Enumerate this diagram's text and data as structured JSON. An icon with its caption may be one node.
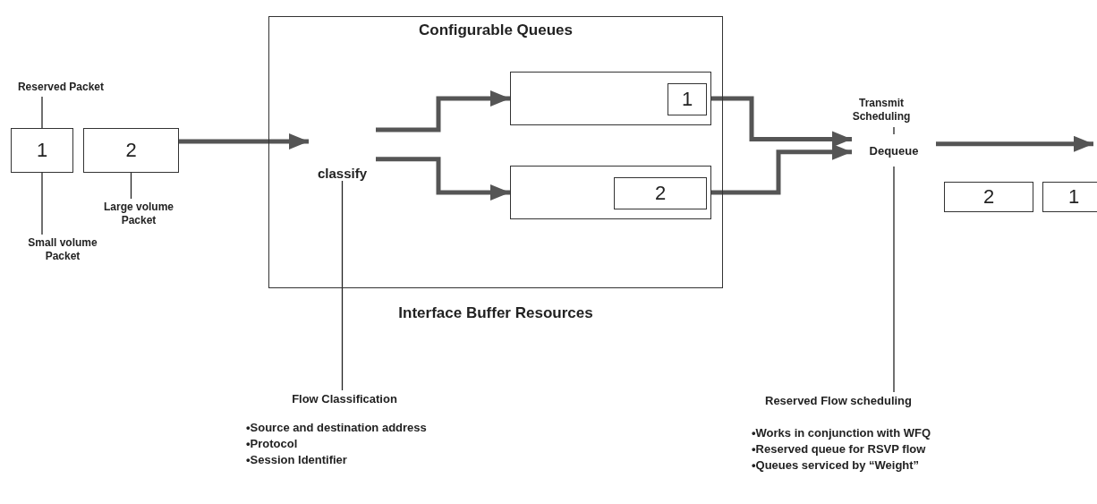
{
  "diagram": {
    "nodes": [
      {
        "text": [
          "Reserved Packet"
        ]
      },
      {
        "text": [
          "1"
        ]
      },
      {
        "text": [
          "2"
        ]
      },
      {
        "text": [
          "Large volume Packet"
        ]
      },
      {
        "text": [
          "Small volume Packet"
        ]
      },
      {
        "text": [
          "Configurable Queues",
          "Interface Buffer Resources"
        ]
      },
      {
        "text": [
          "classify"
        ],
        "in": 5
      },
      {
        "text": [],
        "shape": "box",
        "in": 5
      },
      {
        "text": [
          "1"
        ],
        "in": 7
      },
      {
        "text": [],
        "shape": "box",
        "in": 5
      },
      {
        "text": [
          "2"
        ],
        "in": 9
      },
      {
        "text": [
          "Transmit Scheduling"
        ]
      },
      {
        "text": [
          "Dequeue"
        ]
      },
      {
        "text": [
          "2"
        ]
      },
      {
        "text": [
          "1"
        ]
      },
      {
        "text": [
          "Flow Classification"
        ]
      },
      {
        "text": [
          "Reserved Flow scheduling"
        ]
      }
    ],
    "edges": [
      {
        "from": 2,
        "to": 6,
        "arrow": "to",
        "style": "thick"
      },
      {
        "from": 6,
        "to": 7,
        "arrow": "to",
        "style": "thick"
      },
      {
        "from": 6,
        "to": 9,
        "arrow": "to",
        "style": "thick"
      },
      {
        "from": 7,
        "to": 12,
        "arrow": "to",
        "style": "thick"
      },
      {
        "from": 9,
        "to": 12,
        "arrow": "to",
        "style": "thick"
      },
      {
        "from": 12,
        "to": null,
        "arrow": "to",
        "style": "thick"
      },
      {
        "from": 0,
        "to": 1,
        "arrow": "none"
      },
      {
        "from": 4,
        "to": 1,
        "arrow": "none"
      },
      {
        "from": 3,
        "to": 2,
        "arrow": "none"
      },
      {
        "from": 15,
        "to": 6,
        "arrow": "none"
      },
      {
        "from": 11,
        "to": 12,
        "arrow": "none"
      },
      {
        "from": 16,
        "to": 12,
        "arrow": "none"
      }
    ],
    "labels": [
      "•Source and destination address",
      "•Protocol",
      "•Session Identifier",
      "•Works in conjunction with WFQ",
      "•Reserved queue for RSVP flow",
      "•Queues serviced by “Weight”"
    ]
  }
}
